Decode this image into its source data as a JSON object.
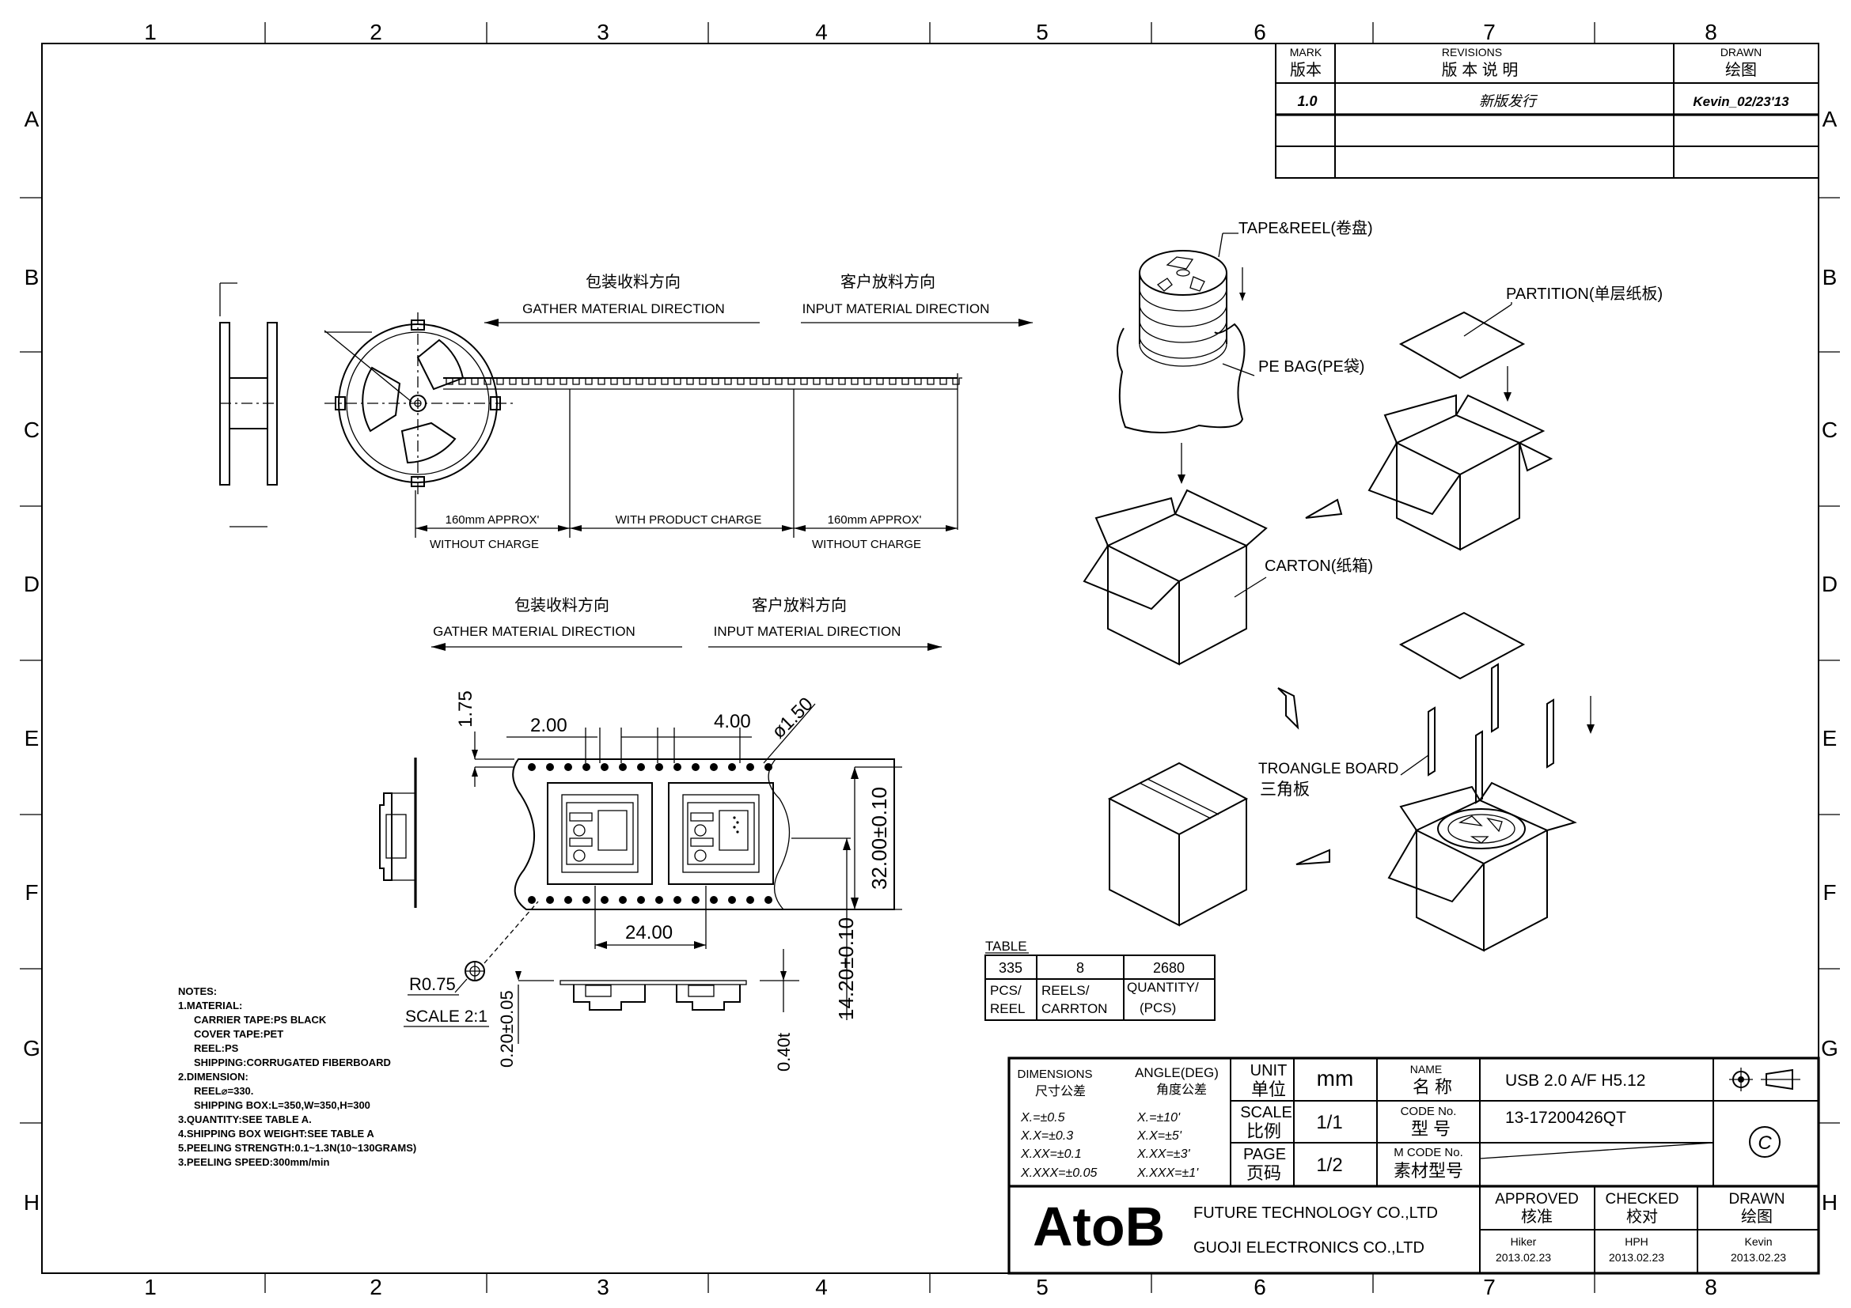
{
  "border": {
    "columns": [
      "1",
      "2",
      "3",
      "4",
      "5",
      "6",
      "7",
      "8"
    ],
    "rows": [
      "A",
      "B",
      "C",
      "D",
      "E",
      "F",
      "G",
      "H"
    ]
  },
  "revisions": {
    "mark_en": "MARK",
    "mark_cn": "版本",
    "rev_en": "REVISIONS",
    "rev_cn": "版 本 说 明",
    "drawn_en": "DRAWN",
    "drawn_cn": "绘图",
    "row": {
      "mark": "1.0",
      "desc": "新版发行",
      "drawn": "Kevin_02/23'13"
    }
  },
  "direction_top": {
    "gather_cn": "包装收料方向",
    "gather_en": "GATHER MATERIAL DIRECTION",
    "input_cn": "客户放料方向",
    "input_en": "INPUT MATERIAL DIRECTION"
  },
  "tape_lengths": {
    "lead": "160mm APPROX'",
    "lead_sub": "WITHOUT CHARGE",
    "mid": "WITH PRODUCT CHARGE",
    "trail": "160mm APPROX'",
    "trail_sub": "WITHOUT CHARGE"
  },
  "direction_mid": {
    "gather_cn": "包装收料方向",
    "gather_en": "GATHER MATERIAL DIRECTION",
    "input_cn": "客户放料方向",
    "input_en": "INPUT MATERIAL DIRECTION"
  },
  "dimensions": {
    "d175": "1.75",
    "d200": "2.00",
    "d400": "4.00",
    "d150": "ø1.50",
    "d3200": "32.00±0.10",
    "d2400": "24.00",
    "d1420": "14.20±0.10",
    "d020": "0.20±0.05",
    "d040": "0.40t",
    "r075": "R0.75",
    "scale": "SCALE 2:1"
  },
  "packaging": {
    "tape_reel": "TAPE&REEL(卷盘)",
    "partition": "PARTITION(单层纸板)",
    "pe_bag": "PE BAG(PE袋)",
    "carton": "CARTON(纸箱)",
    "triangle_en": "TROANGLE BOARD",
    "triangle_cn": "三角板"
  },
  "qty_table": {
    "title": "TABLE",
    "values": [
      "335",
      "8",
      "2680"
    ],
    "labels": [
      [
        "PCS/",
        "REEL"
      ],
      [
        "REELS/",
        "CARRTON"
      ],
      [
        "QUANTITY/",
        "(PCS)"
      ]
    ]
  },
  "notes": [
    "NOTES:",
    "1.MATERIAL:",
    "CARRIER TAPE:PS BLACK",
    "COVER TAPE:PET",
    "REEL:PS",
    "SHIPPING:CORRUGATED FIBERBOARD",
    "2.DIMENSION:",
    "REEL⌀=330.",
    "SHIPPING BOX:L=350,W=350,H=300",
    "3.QUANTITY:SEE TABLE A.",
    "4.SHIPPING BOX WEIGHT:SEE TABLE A",
    "5.PEELING STRENGTH:0.1~1.3N(10~130GRAMS)",
    "3.PEELING SPEED:300mm/min"
  ],
  "title_block": {
    "dim_en": "DIMENSIONS",
    "dim_cn": "尺寸公差",
    "ang_en": "ANGLE(DEG)",
    "ang_cn": "角度公差",
    "tol_dim": [
      "X.=±0.5",
      "X.X=±0.3",
      "X.XX=±0.1",
      "X.XXX=±0.05"
    ],
    "tol_ang": [
      "X.=±10'",
      "X.X=±5'",
      "X.XX=±3'",
      "X.XXX=±1'"
    ],
    "unit_en": "UNIT",
    "unit_cn": "单位",
    "unit_val": "mm",
    "scale_en": "SCALE",
    "scale_cn": "比例",
    "scale_val": "1/1",
    "page_en": "PAGE",
    "page_cn": "页码",
    "page_val": "1/2",
    "name_en": "NAME",
    "name_cn": "名 称",
    "name_val": "USB 2.0 A/F H5.12",
    "code_en": "CODE No.",
    "code_cn": "型 号",
    "code_val": "13-17200426QT",
    "mcode_en": "M CODE No.",
    "mcode_cn": "素材型号",
    "copyright": "C",
    "logo": "AtoB",
    "company1": "FUTURE TECHNOLOGY CO.,LTD",
    "company2": "GUOJI ELECTRONICS CO.,LTD",
    "approved_en": "APPROVED",
    "approved_cn": "核准",
    "approved_by": "Hiker",
    "approved_date": "2013.02.23",
    "checked_en": "CHECKED",
    "checked_cn": "校对",
    "checked_by": "HPH",
    "checked_date": "2013.02.23",
    "drawn_en": "DRAWN",
    "drawn_cn": "绘图",
    "drawn_by": "Kevin",
    "drawn_date": "2013.02.23"
  }
}
